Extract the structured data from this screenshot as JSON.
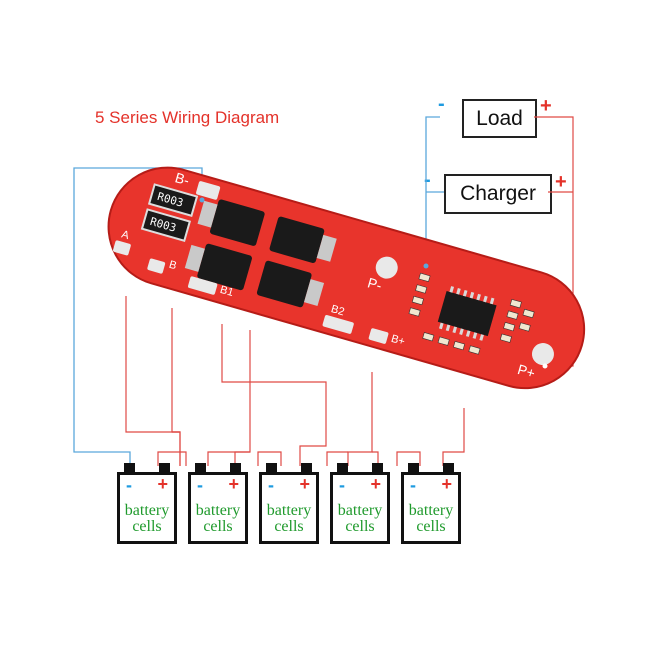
{
  "title": "5 Series Wiring Diagram",
  "boxes": {
    "load": {
      "label": "Load",
      "neg": "-",
      "pos": "+"
    },
    "charger": {
      "label": "Charger",
      "neg": "-",
      "pos": "+"
    }
  },
  "pads": {
    "b_minus": "B-",
    "a": "A",
    "b": "B",
    "b1": "B1",
    "b2": "B2",
    "b_plus": "B+",
    "p_minus": "P-",
    "p_plus": "P+"
  },
  "resistors": [
    "R003",
    "R003"
  ],
  "cells": [
    {
      "neg": "-",
      "pos": "+",
      "line1": "battery",
      "line2": "cells"
    },
    {
      "neg": "-",
      "pos": "+",
      "line1": "battery",
      "line2": "cells"
    },
    {
      "neg": "-",
      "pos": "+",
      "line1": "battery",
      "line2": "cells"
    },
    {
      "neg": "-",
      "pos": "+",
      "line1": "battery",
      "line2": "cells"
    },
    {
      "neg": "-",
      "pos": "+",
      "line1": "battery",
      "line2": "cells"
    }
  ],
  "colors": {
    "board": "#e8342c",
    "board_dark": "#c9221d",
    "wire_blue": "#5aa8dc",
    "wire_red": "#e04a45",
    "cell_text": "#1f9a2c"
  }
}
